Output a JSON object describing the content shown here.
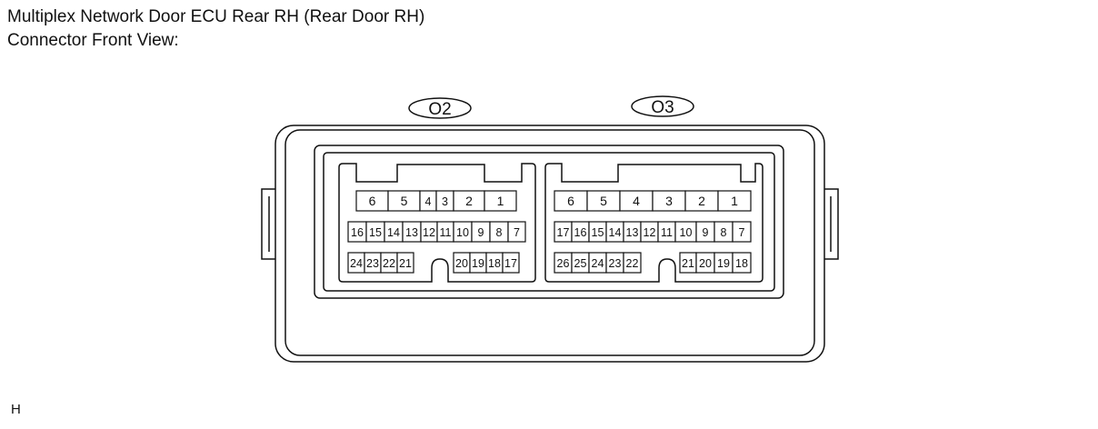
{
  "title": "Multiplex Network Door ECU Rear RH (Rear Door RH)",
  "subtitle": "Connector Front View:",
  "footnote": "H",
  "connectors": [
    {
      "code": "O2",
      "rows": [
        [
          "6",
          "5",
          "4",
          "3",
          "2",
          "1"
        ],
        [
          "16",
          "15",
          "14",
          "13",
          "12",
          "11",
          "10",
          "9",
          "8",
          "7"
        ],
        [
          "24",
          "23",
          "22",
          "21",
          "20",
          "19",
          "18",
          "17"
        ]
      ]
    },
    {
      "code": "O3",
      "rows": [
        [
          "6",
          "5",
          "4",
          "3",
          "2",
          "1"
        ],
        [
          "17",
          "16",
          "15",
          "14",
          "13",
          "12",
          "11",
          "10",
          "9",
          "8",
          "7"
        ],
        [
          "26",
          "25",
          "24",
          "23",
          "22",
          "21",
          "20",
          "19",
          "18"
        ]
      ]
    }
  ]
}
